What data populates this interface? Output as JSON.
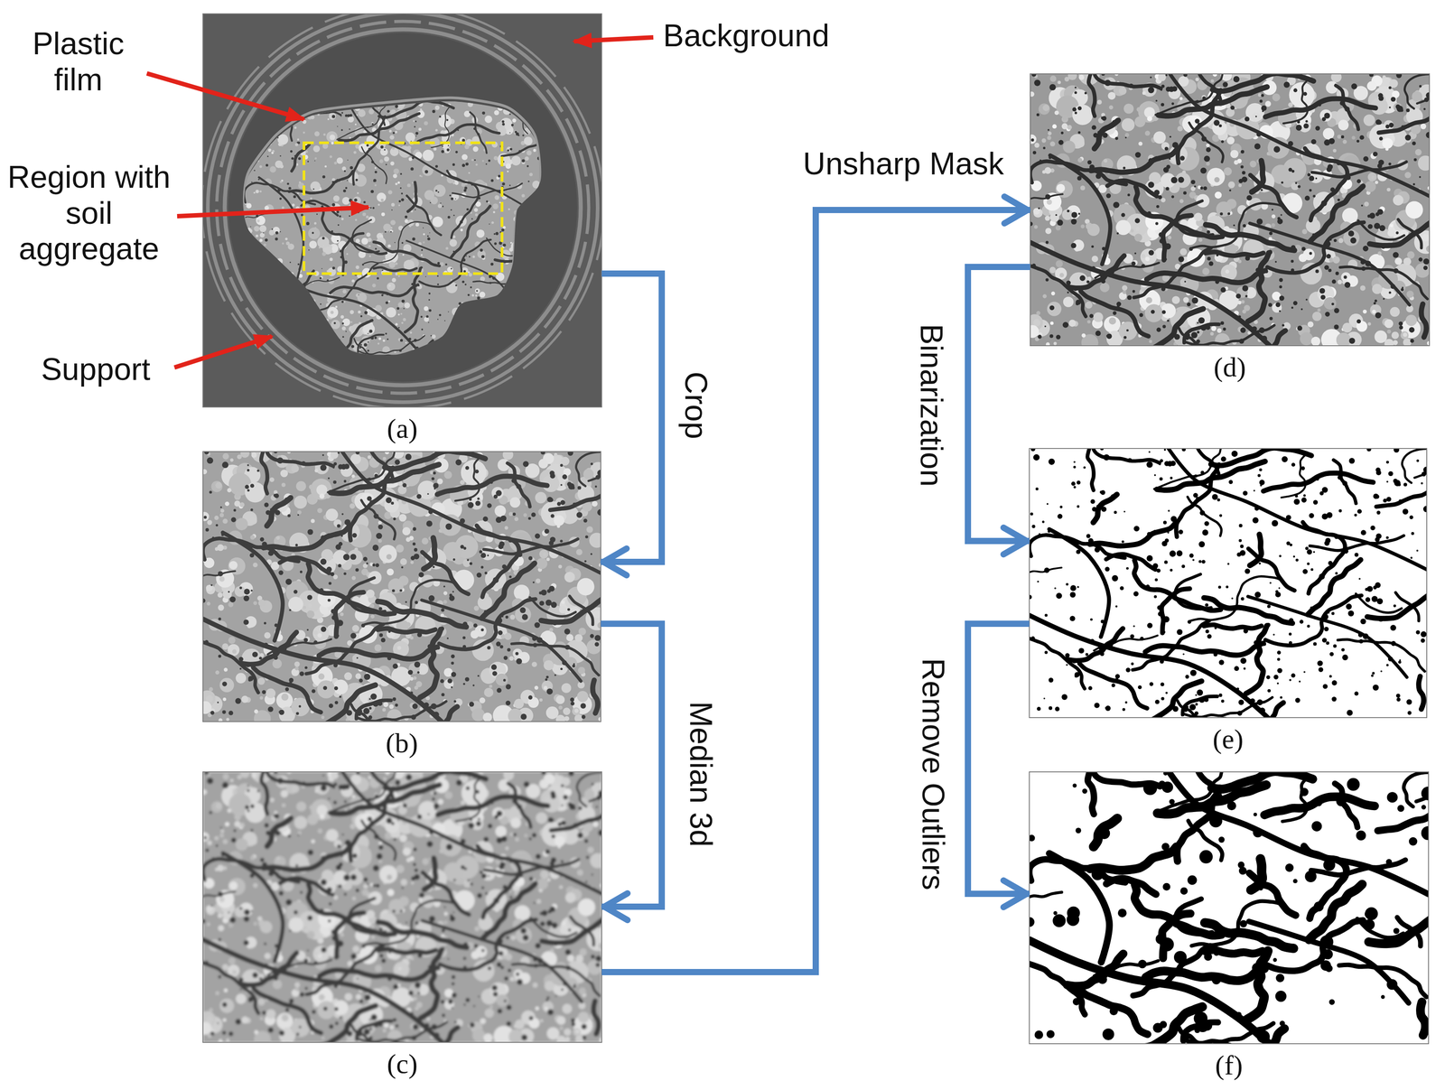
{
  "diagram": {
    "nodes": [
      {
        "text": [
          "(a)"
        ]
      },
      {
        "text": [
          "(b)"
        ]
      },
      {
        "text": [
          "(c)"
        ]
      },
      {
        "text": [
          "(d)"
        ]
      },
      {
        "text": [
          "(e)"
        ]
      },
      {
        "text": [
          "(f)"
        ]
      }
    ],
    "edges": [
      {
        "from": 0,
        "to": 1,
        "arrow": "to",
        "label": "Crop"
      },
      {
        "from": 1,
        "to": 2,
        "arrow": "to",
        "label": "Median 3d"
      },
      {
        "from": 2,
        "to": 3,
        "arrow": "to",
        "label": "Unsharp Mask"
      },
      {
        "from": 3,
        "to": 4,
        "arrow": "to",
        "label": "Binarization"
      },
      {
        "from": 4,
        "to": 5,
        "arrow": "to",
        "label": "Remove Outliers"
      }
    ],
    "labels": [
      "Plastic film",
      "Background",
      "Region with soil aggregate",
      "Support"
    ]
  }
}
